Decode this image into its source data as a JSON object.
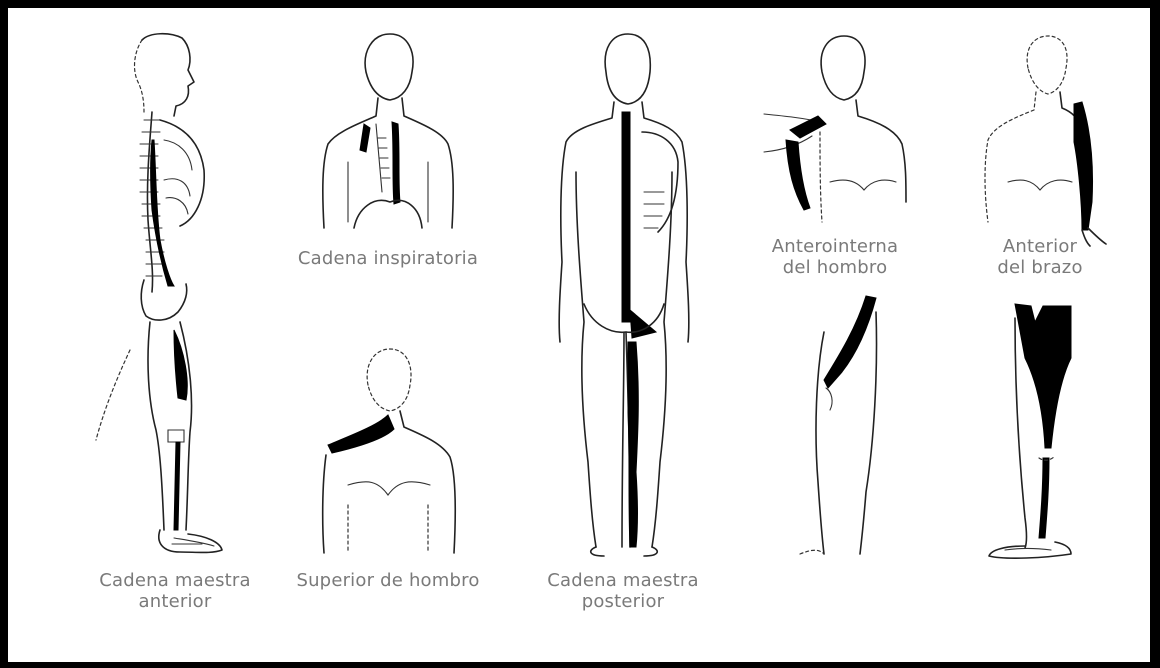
{
  "figures": [
    {
      "id": "anterior-master-chain",
      "label_lines": [
        "Cadena maestra",
        "anterior"
      ]
    },
    {
      "id": "inspiratory-chain",
      "label_lines": [
        "Cadena inspiratoria"
      ]
    },
    {
      "id": "shoulder-superior-chain",
      "label_lines": [
        "Superior de hombro"
      ]
    },
    {
      "id": "posterior-master-chain",
      "label_lines": [
        "Cadena maestra",
        "posterior"
      ]
    },
    {
      "id": "shoulder-anterointernal-chain",
      "label_lines": [
        "Anterointerna",
        "del hombro"
      ]
    },
    {
      "id": "arm-anterior-chain",
      "label_lines": [
        "Anterior",
        "del brazo"
      ]
    }
  ],
  "colors": {
    "border": "#000000",
    "label": "#7a7a7a",
    "muscle": "#000000",
    "outline": "#222222"
  }
}
